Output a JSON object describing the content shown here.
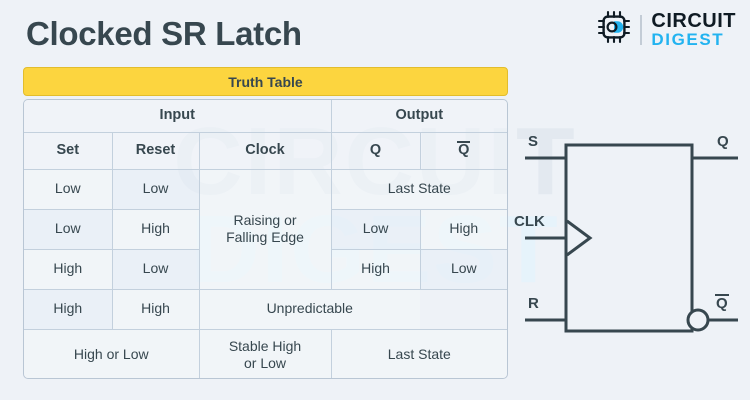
{
  "page": {
    "title": "Clocked SR Latch",
    "background_color": "#eef2f7",
    "accent_color": "#fcd53f",
    "text_color": "#37474f",
    "watermark": {
      "line1": "CIRCUIT",
      "line2": "DIGEST"
    }
  },
  "logo": {
    "icon": "microchip-icon",
    "primary": "CIRCUIT",
    "secondary": "DIGEST",
    "primary_color": "#0f1b24",
    "secondary_color": "#22b3f0"
  },
  "banner": {
    "label": "Truth Table"
  },
  "truth_table": {
    "group_headers": [
      {
        "label": "Input",
        "span": 3
      },
      {
        "label": "Output",
        "span": 2
      }
    ],
    "columns": [
      "Set",
      "Reset",
      "Clock",
      "Q",
      "Q̅"
    ],
    "column_plain": [
      "Set",
      "Reset",
      "Clock",
      "Q",
      "Q-bar"
    ],
    "rows": [
      {
        "set": "Low",
        "reset": "Low",
        "clock": "Raising or Falling Edge",
        "output": "Last State"
      },
      {
        "set": "Low",
        "reset": "High",
        "q": "Low",
        "qbar": "High"
      },
      {
        "set": "High",
        "reset": "Low",
        "q": "High",
        "qbar": "Low"
      },
      {
        "set": "High",
        "reset": "High",
        "output": "Unpredictable"
      },
      {
        "input": "High or Low",
        "clock": "Stable High or Low",
        "output": "Last State"
      }
    ],
    "cells": {
      "r1_set": "Low",
      "r1_reset": "Low",
      "clock_edge_line1": "Raising or",
      "clock_edge_line2": "Falling Edge",
      "r1_out": "Last State",
      "r2_set": "Low",
      "r2_reset": "High",
      "r2_q": "Low",
      "r2_qbar": "High",
      "r3_set": "High",
      "r3_reset": "Low",
      "r3_q": "High",
      "r3_qbar": "Low",
      "r4_set": "High",
      "r4_reset": "High",
      "r4_out": "Unpredictable",
      "r5_input": "High or Low",
      "r5_clock_line1": "Stable High",
      "r5_clock_line2": "or Low",
      "r5_out": "Last State"
    }
  },
  "circuit": {
    "type": "clocked-sr-latch-block",
    "inputs": [
      {
        "name": "S",
        "label": "S"
      },
      {
        "name": "CLK",
        "label": "CLK",
        "marker": "clock-triangle"
      },
      {
        "name": "R",
        "label": "R"
      }
    ],
    "outputs": [
      {
        "name": "Q",
        "label": "Q"
      },
      {
        "name": "QBAR",
        "label": "Q̅",
        "marker": "inversion-bubble"
      }
    ],
    "line_color": "#37474f"
  }
}
